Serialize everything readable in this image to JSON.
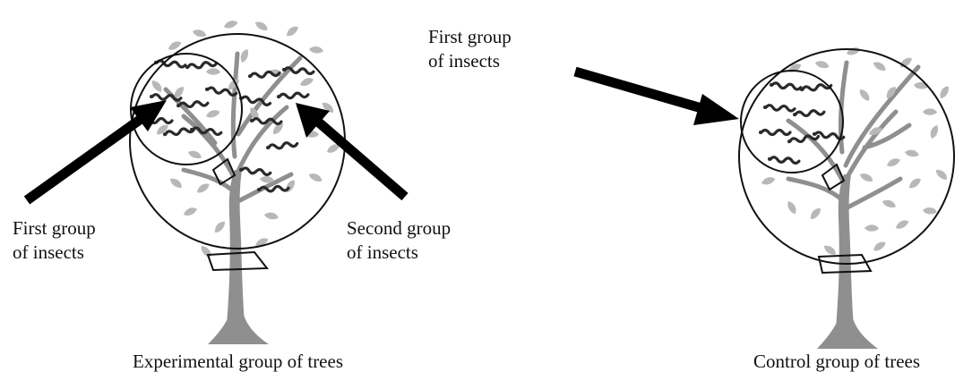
{
  "colors": {
    "outline": "#111111",
    "leaf": "#b8b8b8",
    "trunk": "#8f8f8f",
    "insect": "#2a2a2a",
    "arrow": "#000000"
  },
  "icons": [
    "tree-icon",
    "insect-icon",
    "arrow-icon",
    "trap-icon",
    "circle-outline"
  ],
  "panels": {
    "experimental": {
      "caption": "Experimental group of trees",
      "label_first": {
        "line1": "First group",
        "line2": "of insects"
      },
      "label_second": {
        "line1": "Second group",
        "line2": "of insects"
      }
    },
    "control": {
      "caption": "Control group of trees",
      "label_first": {
        "line1": "First group",
        "line2": "of insects"
      }
    }
  }
}
